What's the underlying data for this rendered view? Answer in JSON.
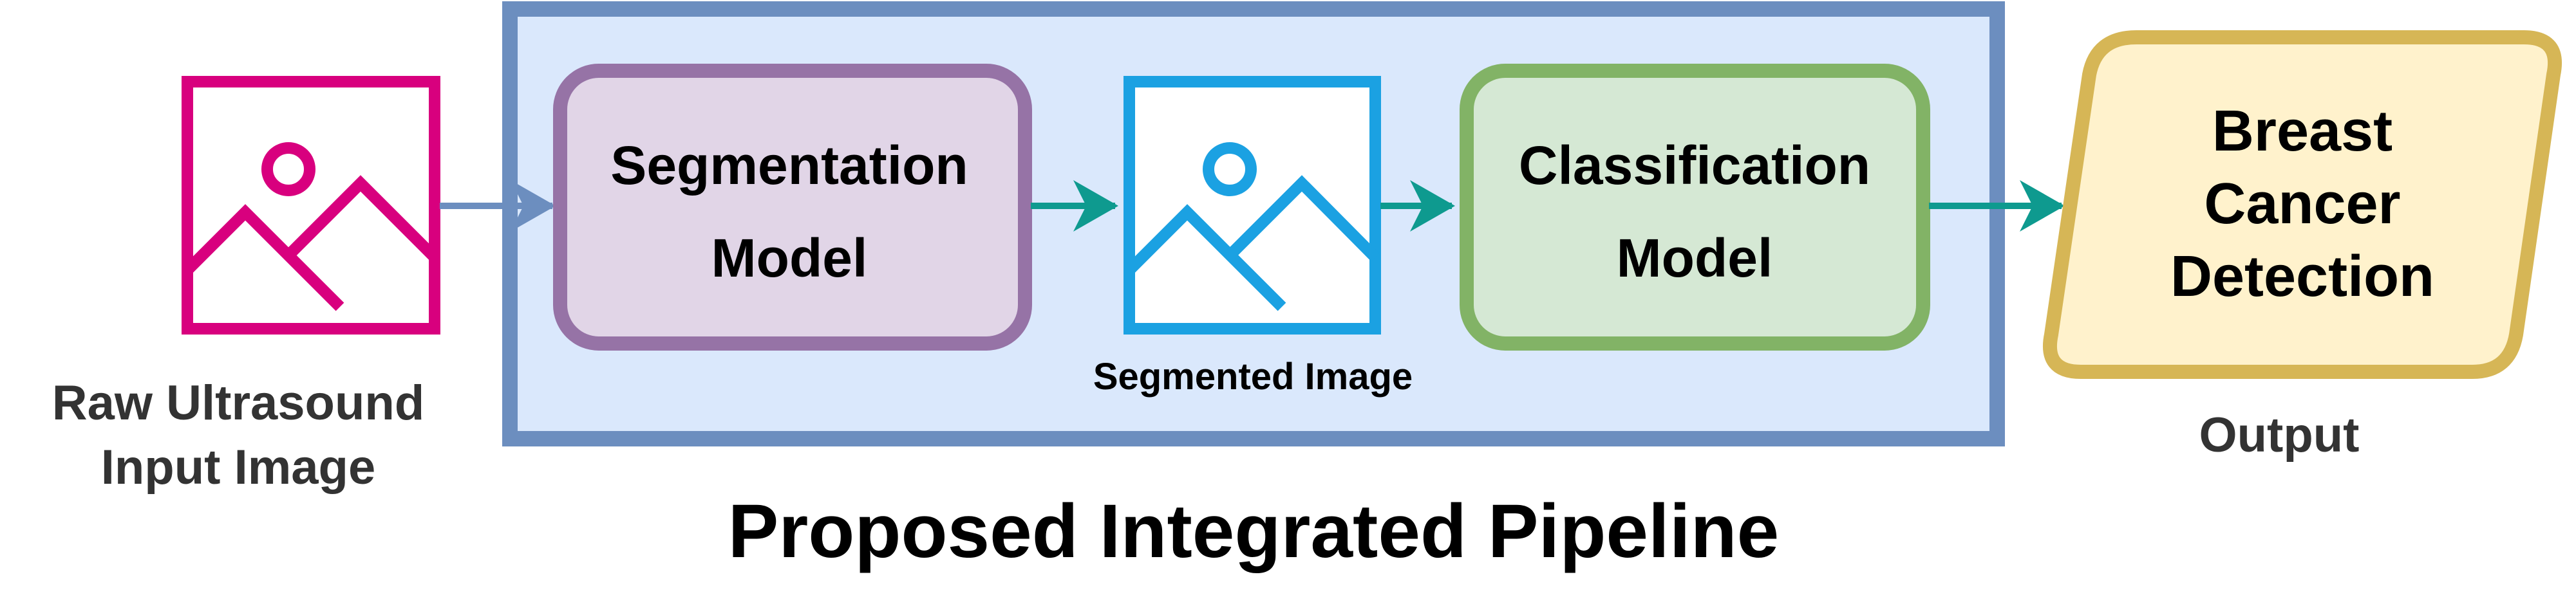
{
  "input": {
    "label_line1": "Raw Ultrasound",
    "label_line2": "Input Image",
    "icon": "image-icon",
    "color": "#d8007e"
  },
  "pipeline": {
    "title": "Proposed Integrated Pipeline",
    "fill": "#dae8fc",
    "border": "#6c8ebf"
  },
  "segmentation_model": {
    "line1": "Segmentation",
    "line2": "Model",
    "fill": "#e1d5e7",
    "border": "#9673a6"
  },
  "segmented_image": {
    "label": "Segmented Image",
    "icon": "image-icon",
    "color": "#1ba1e2"
  },
  "classification_model": {
    "line1": "Classification",
    "line2": "Model",
    "fill": "#d5e8d4",
    "border": "#82b366"
  },
  "output": {
    "line1": "Breast",
    "line2": "Cancer",
    "line3": "Detection",
    "caption": "Output",
    "fill": "#fff2cc",
    "border": "#d6b656"
  },
  "arrows": {
    "input_arrow_color": "#6c8ebf",
    "flow_arrow_color": "#0e9a8f"
  }
}
